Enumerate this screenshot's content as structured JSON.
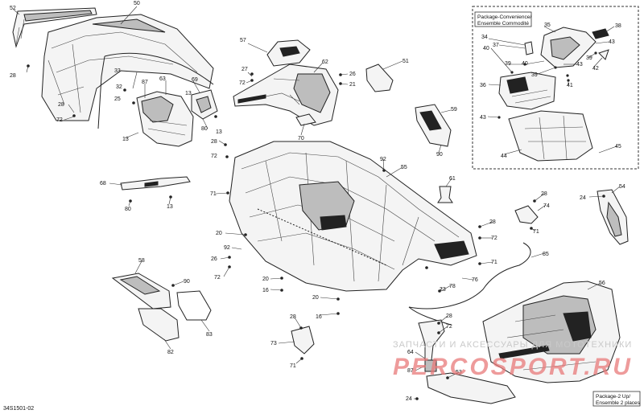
{
  "diagram_code": "34S1501-02",
  "callouts": {
    "c52": "52",
    "c50": "50",
    "c28a": "28",
    "c33": "33",
    "c87": "87",
    "c63": "63",
    "c32": "32",
    "c25": "25",
    "c28b": "28",
    "c72a": "72",
    "c13a": "13",
    "c13b": "13",
    "c69": "69",
    "c80a": "80",
    "c13c": "13",
    "c28c": "28",
    "c72b": "72",
    "c57": "57",
    "c27": "27",
    "c72c": "72",
    "c62": "62",
    "c26a": "26",
    "c21": "21",
    "c51": "51",
    "c70": "70",
    "c59": "59",
    "c90a": "90",
    "c92a": "92",
    "c55": "55",
    "c61": "61",
    "c68": "68",
    "c80b": "80",
    "c13d": "13",
    "c71a": "71",
    "c20a": "20",
    "c92b": "92",
    "c26b": "26",
    "c72d": "72",
    "c58": "58",
    "c90b": "90",
    "c82": "82",
    "c83": "83",
    "c20b": "20",
    "c16a": "16",
    "c20c": "20",
    "c16b": "16",
    "c28d": "28",
    "c73": "73",
    "c71b": "71",
    "c24a": "24",
    "c54": "54",
    "c28e": "28",
    "c74": "74",
    "c71c": "71",
    "c28f": "28",
    "c72e": "72",
    "c71d": "71",
    "c85": "85",
    "c76": "76",
    "c78": "78",
    "c23": "23",
    "c56": "56",
    "c28g": "28",
    "c72f": "72",
    "c64": "64",
    "c87b": "87",
    "c53": "53",
    "c24b": "24",
    "c34": "34",
    "c35": "35",
    "c37": "37",
    "c38": "38",
    "c43a": "43",
    "c40a": "40",
    "c39a": "39",
    "c40b": "40",
    "c39b": "39",
    "c43b": "43",
    "c41": "41",
    "c39c": "39",
    "c42": "42",
    "c36": "36",
    "c43c": "43",
    "c44": "44",
    "c45": "45"
  },
  "convenience_box": {
    "line1": "Package-Convenience/",
    "line2": "Ensemble Commodité"
  },
  "two_up_box": {
    "line1": "Package-2 Up/",
    "line2": "Ensemble 2 places"
  },
  "watermark": {
    "line1": "ЗАПЧАСТИ И АКСЕССУАРЫ ДЛЯ МОТОТЕХНИКИ",
    "line2": "PERCOSPORT.RU"
  }
}
